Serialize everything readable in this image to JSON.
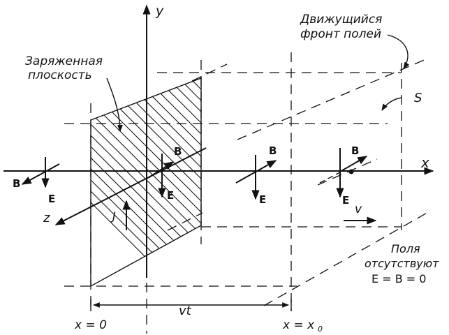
{
  "labels": {
    "moving_front": [
      "Движущийся",
      "фронт полей"
    ],
    "charged_plane": [
      "Заряженная",
      "плоскость"
    ],
    "axis_y": "y",
    "axis_x": "x",
    "axis_z": "z",
    "surface_s": "S",
    "b_far_left": "B",
    "e_far_left": "E",
    "b_mid_left": "B",
    "e_mid_left": "E",
    "b_mid_right": "B",
    "e_mid_right": "E",
    "b_right": "B",
    "e_right": "E",
    "current_j": "J",
    "velocity_v": "v",
    "fields_absent": [
      "Поля",
      "отсутствуют",
      "E = B = 0"
    ],
    "x_zero": "x = 0",
    "x_x0": "x = x",
    "x0_sub": "0",
    "vt": "vt"
  }
}
